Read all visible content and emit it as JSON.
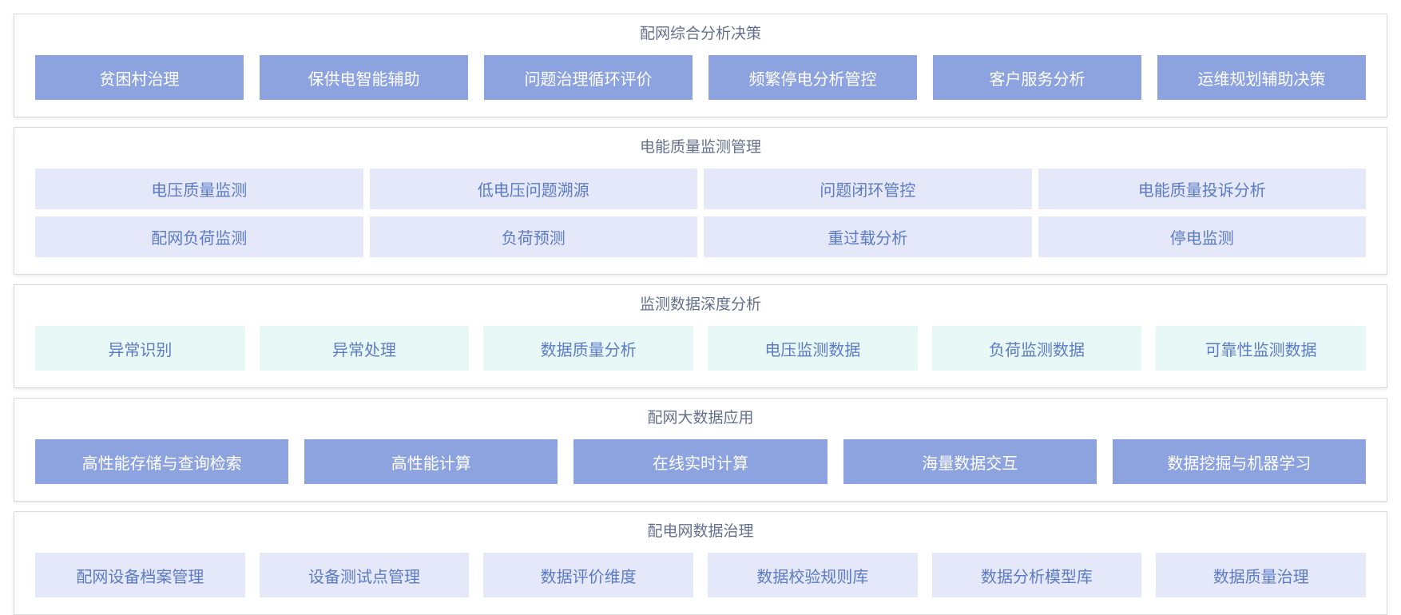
{
  "colors": {
    "solid_button_bg": "#8da3e0",
    "solid_button_text": "#ffffff",
    "lavender_button_bg": "#e4e8f8",
    "lavender_button_text": "#5c7bc4",
    "teal_button_bg": "#e8f8f7",
    "teal_button_text": "#5c7bc4",
    "section_title": "#64708c",
    "card_border": "#d9d9d9"
  },
  "sections": [
    {
      "id": "comprehensive-analysis-decision",
      "title": "配网综合分析决策",
      "style": "solid",
      "rows": [
        [
          "贫困村治理",
          "保供电智能辅助",
          "问题治理循环评价",
          "频繁停电分析管控",
          "客户服务分析",
          "运维规划辅助决策"
        ]
      ]
    },
    {
      "id": "power-quality-monitoring",
      "title": "电能质量监测管理",
      "style": "lavender",
      "rows": [
        [
          "电压质量监测",
          "低电压问题溯源",
          "问题闭环管控",
          "电能质量投诉分析"
        ],
        [
          "配网负荷监测",
          "负荷预测",
          "重过载分析",
          "停电监测"
        ]
      ]
    },
    {
      "id": "monitoring-data-deep-analysis",
      "title": "监测数据深度分析",
      "style": "teal",
      "rows": [
        [
          "异常识别",
          "异常处理",
          "数据质量分析",
          "电压监测数据",
          "负荷监测数据",
          "可靠性监测数据"
        ]
      ]
    },
    {
      "id": "big-data-application",
      "title": "配网大数据应用",
      "style": "solid",
      "rows": [
        [
          "高性能存储与查询检索",
          "高性能计算",
          "在线实时计算",
          "海量数据交互",
          "数据挖掘与机器学习"
        ]
      ]
    },
    {
      "id": "data-governance",
      "title": "配电网数据治理",
      "style": "lavender",
      "rows": [
        [
          "配网设备档案管理",
          "设备测试点管理",
          "数据评价维度",
          "数据校验规则库",
          "数据分析模型库",
          "数据质量治理"
        ]
      ]
    }
  ]
}
